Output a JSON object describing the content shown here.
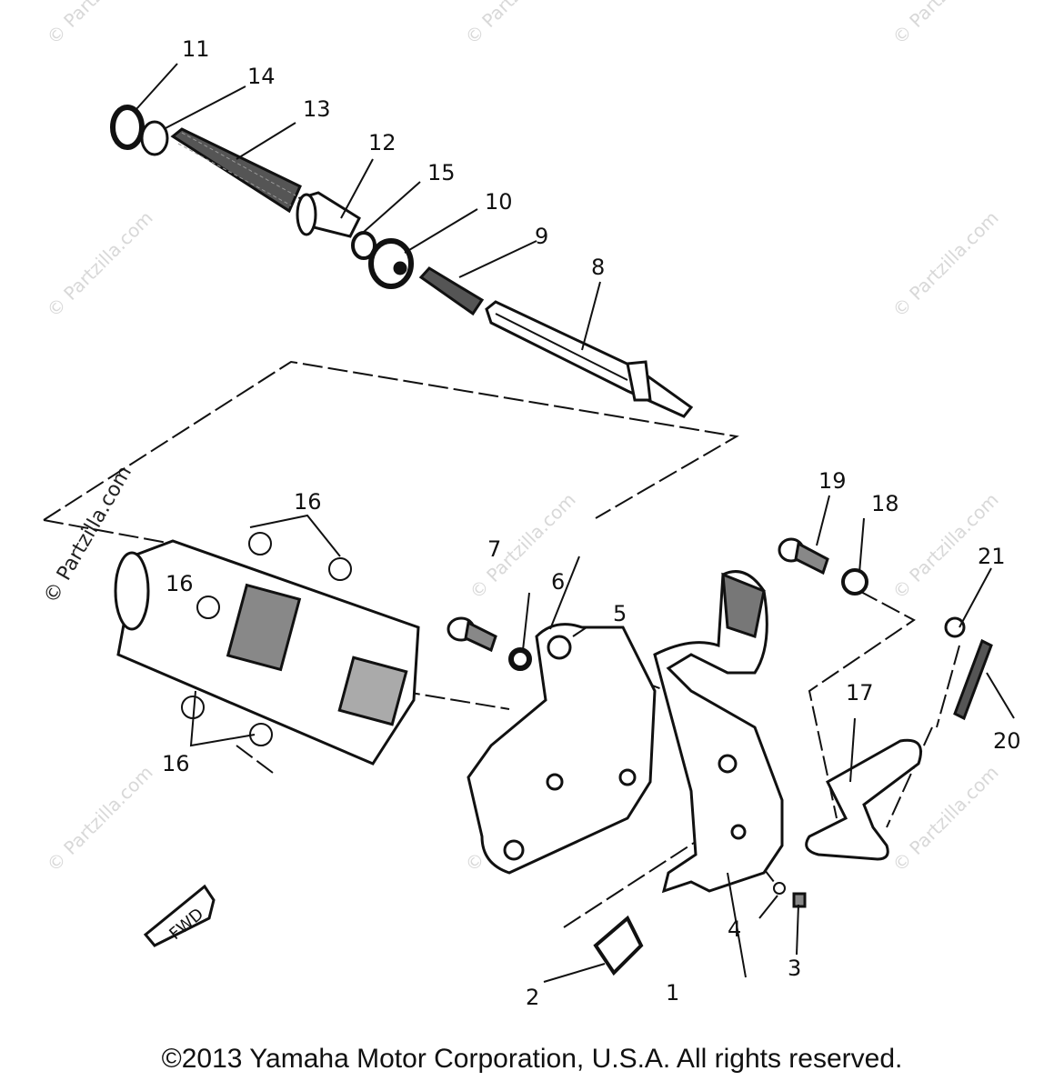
{
  "watermark": "© Partzilla.com",
  "copyright": "©2013  Yamaha Motor Corporation, U.S.A. All rights reserved.",
  "fwd_badge": "FWD",
  "parts": [
    {
      "id": "part-11",
      "num": "11"
    },
    {
      "id": "part-14",
      "num": "14"
    },
    {
      "id": "part-13",
      "num": "13"
    },
    {
      "id": "part-12",
      "num": "12"
    },
    {
      "id": "part-15",
      "num": "15"
    },
    {
      "id": "part-10",
      "num": "10"
    },
    {
      "id": "part-9",
      "num": "9"
    },
    {
      "id": "part-8",
      "num": "8"
    },
    {
      "id": "part-16a",
      "num": "16"
    },
    {
      "id": "part-16b",
      "num": "16"
    },
    {
      "id": "part-16c",
      "num": "16"
    },
    {
      "id": "part-7",
      "num": "7"
    },
    {
      "id": "part-6",
      "num": "6"
    },
    {
      "id": "part-5",
      "num": "5"
    },
    {
      "id": "part-19",
      "num": "19"
    },
    {
      "id": "part-18",
      "num": "18"
    },
    {
      "id": "part-21",
      "num": "21"
    },
    {
      "id": "part-17",
      "num": "17"
    },
    {
      "id": "part-20",
      "num": "20"
    },
    {
      "id": "part-4",
      "num": "4"
    },
    {
      "id": "part-3",
      "num": "3"
    },
    {
      "id": "part-2",
      "num": "2"
    },
    {
      "id": "part-1",
      "num": "1"
    }
  ]
}
